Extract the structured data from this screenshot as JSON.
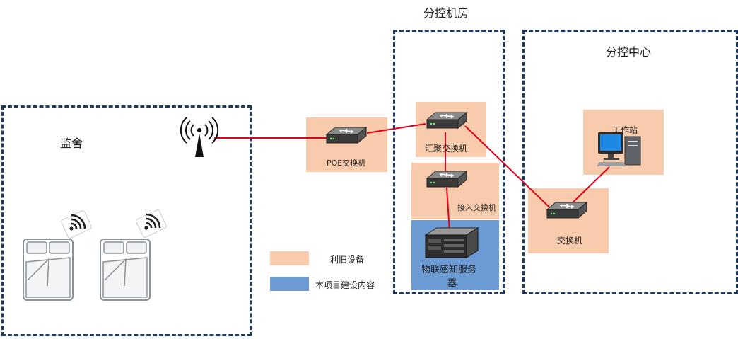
{
  "zones": {
    "cell": "监舍",
    "control_room": "分控机房",
    "control_center": "分控中心"
  },
  "devices": {
    "poe_switch": "POE交换机",
    "aggregation_switch": "汇聚交换机",
    "access_switch": "接入交换机",
    "iot_server_line1": "物联感知服务",
    "iot_server_line2": "器",
    "switch": "交换机",
    "workstation": "工作站"
  },
  "legend": {
    "reused": "利旧设备",
    "new_build": "本项目建设内容"
  },
  "colors": {
    "reused": "#f8cbad",
    "new_build": "#6b9bd2",
    "zone_border": "#1f3864",
    "link": "#e0001b"
  }
}
